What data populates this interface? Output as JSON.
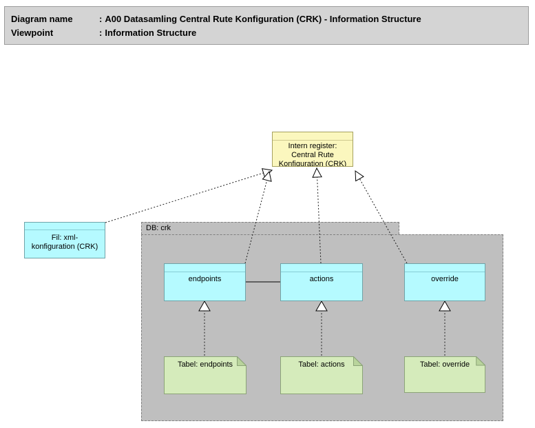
{
  "title_block": {
    "rows": [
      {
        "label": "Diagram name",
        "colon": ":",
        "value": "A00 Datasamling Central Rute Konfiguration (CRK) - Information Structure"
      },
      {
        "label": "Viewpoint",
        "colon": ":",
        "value": "Information Structure"
      }
    ]
  },
  "container": {
    "label": "DB: crk"
  },
  "nodes": {
    "intern_register": {
      "label": "Intern register:\nCentral Rute\nKonfiguration (CRK)"
    },
    "fil_xml": {
      "label": "Fil: xml-\nkonfiguration (CRK)"
    },
    "endpoints": {
      "label": "endpoints"
    },
    "actions": {
      "label": "actions"
    },
    "override": {
      "label": "override"
    },
    "tabel_endpoints": {
      "label": "Tabel: endpoints"
    },
    "tabel_actions": {
      "label": "Tabel: actions"
    },
    "tabel_override": {
      "label": "Tabel: override"
    }
  },
  "colors": {
    "title_fill": "#d4d4d4",
    "container_fill": "#bfbfbf",
    "container_border": "#7f7f7f",
    "register_fill": "#fbf7be",
    "register_border": "#a6a15f",
    "object_fill": "#b5faff",
    "object_border": "#6fa3a8",
    "note_fill": "#d5ebbb",
    "note_fold_fill": "#b9d49c",
    "note_border": "#8ba377",
    "line_color": "#1c1c1c"
  }
}
